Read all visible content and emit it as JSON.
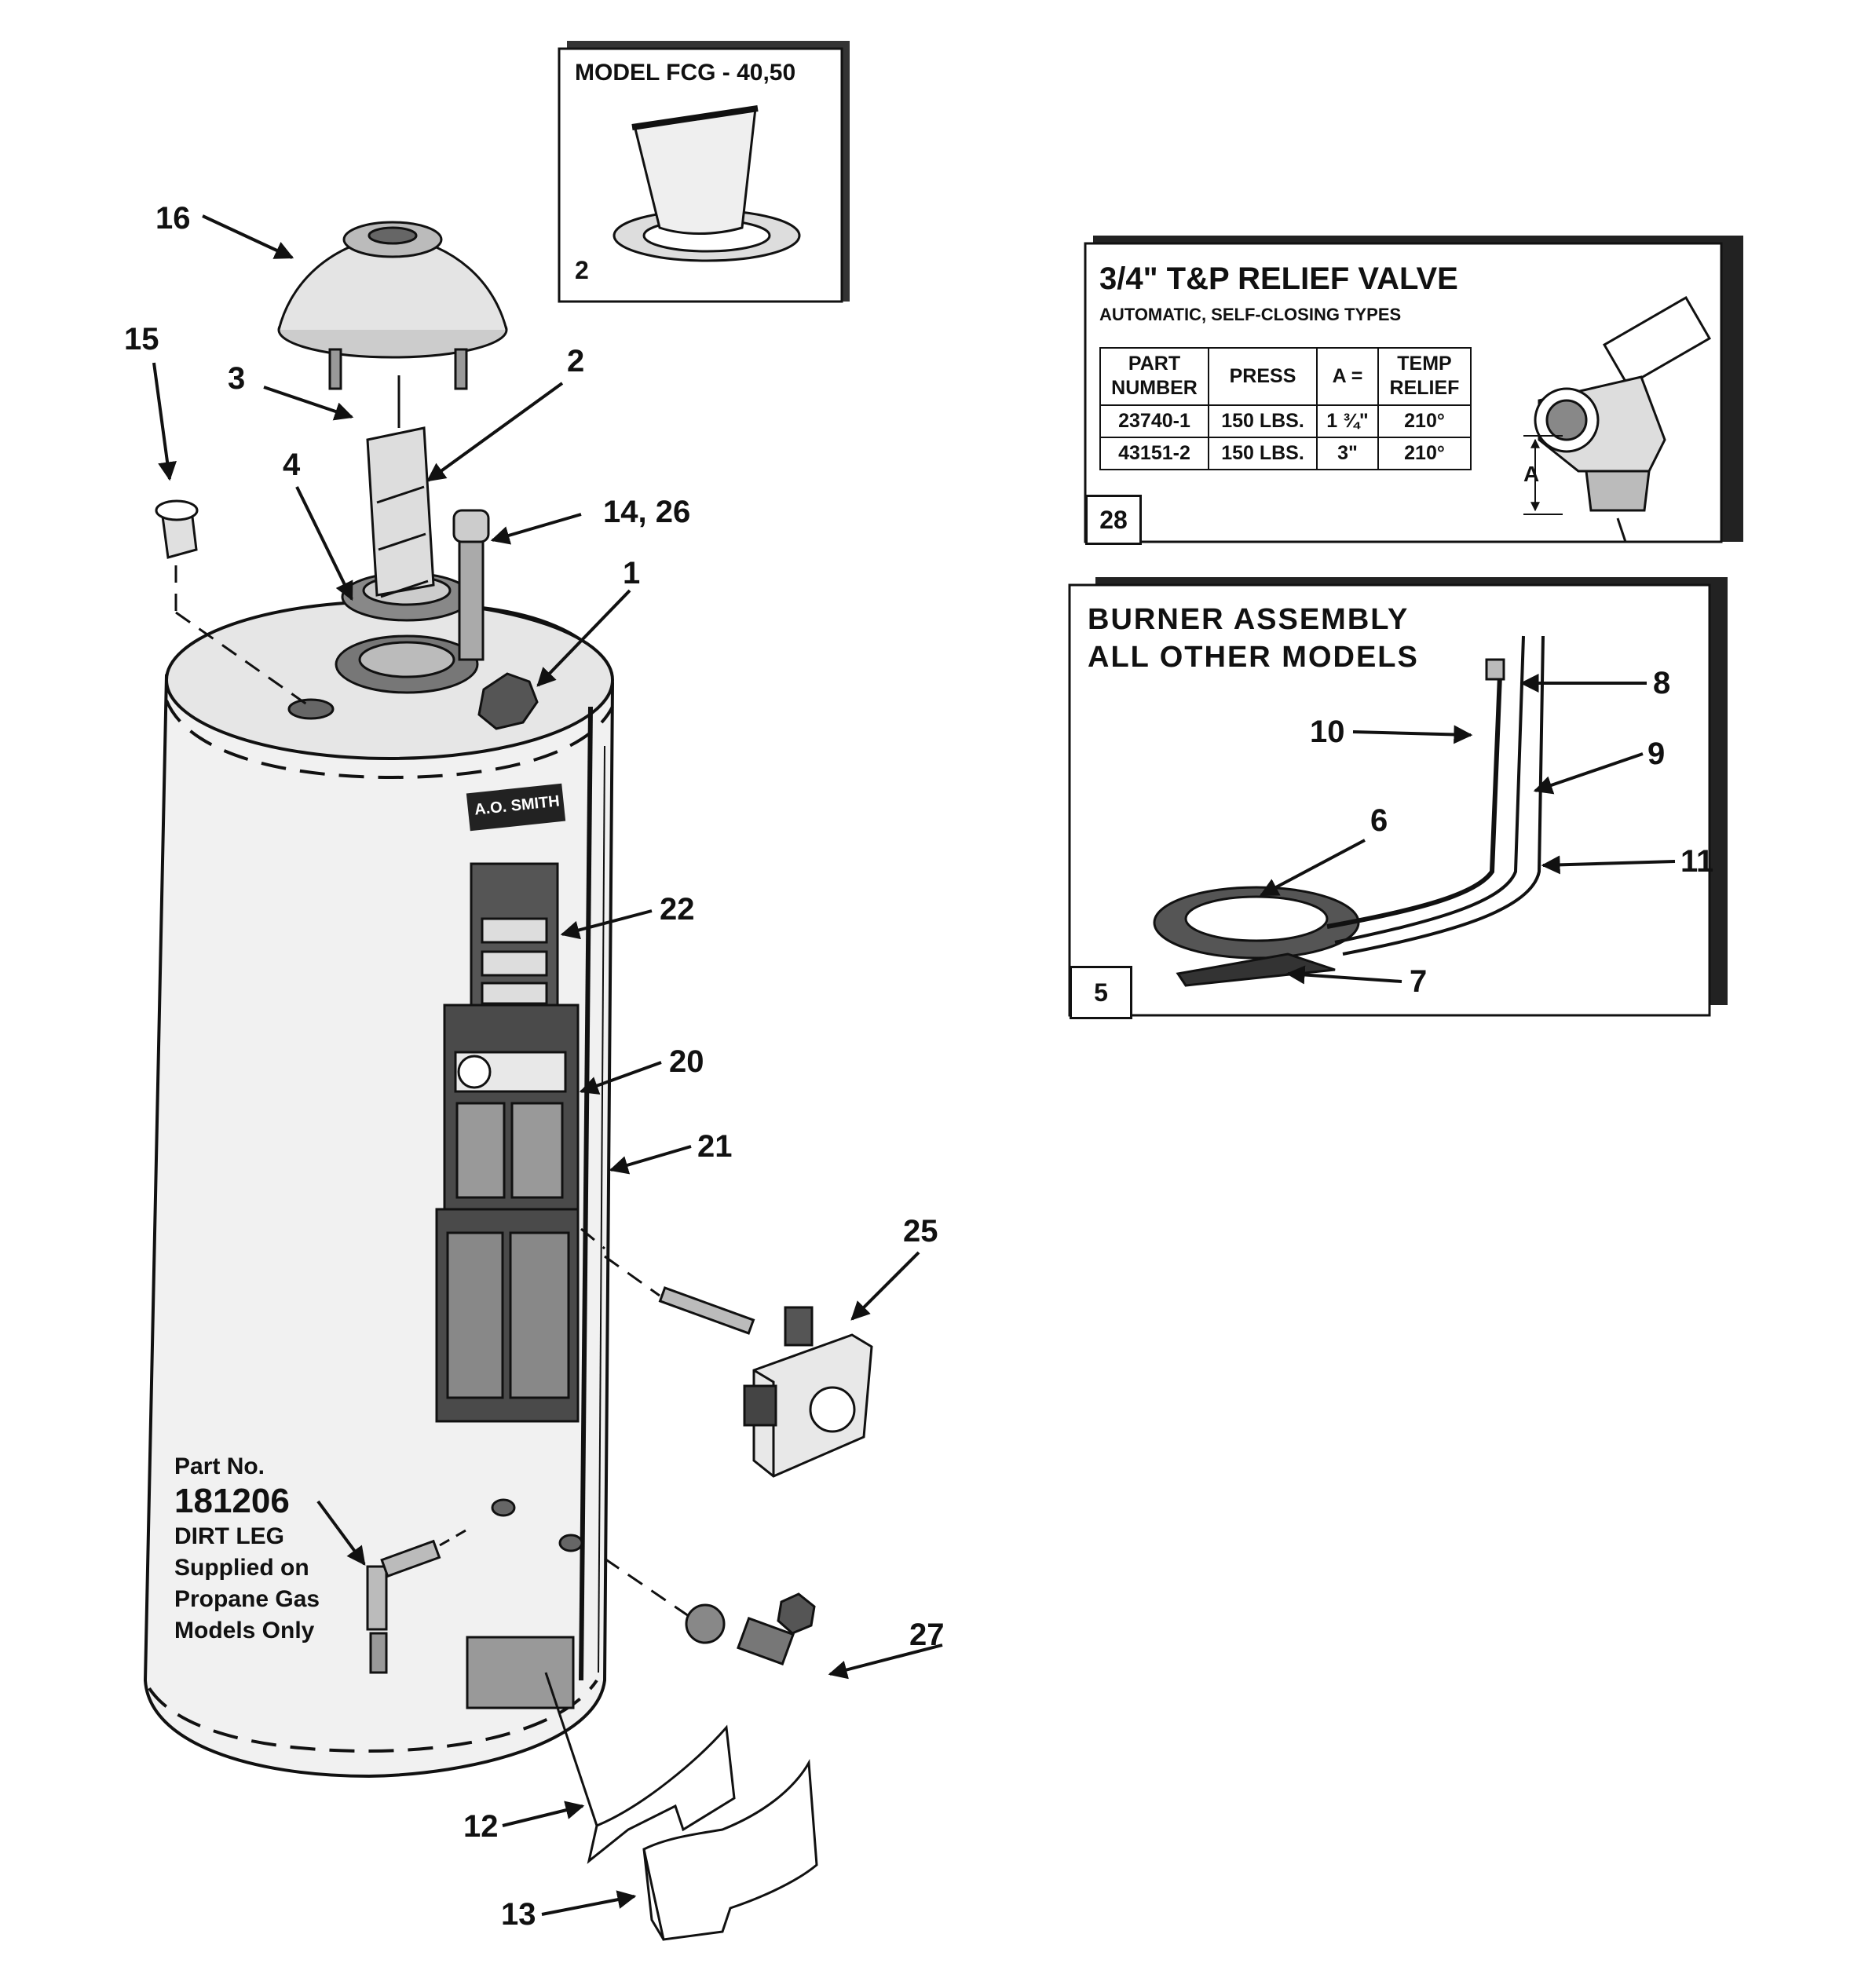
{
  "labels": {
    "l16": "16",
    "l15": "15",
    "l3": "3",
    "l2": "2",
    "l4": "4",
    "l14_26": "14, 26",
    "l1": "1",
    "l22": "22",
    "l20": "20",
    "l21": "21",
    "l25": "25",
    "l27": "27",
    "l12": "12",
    "l13": "13",
    "l10": "10",
    "l8": "8",
    "l9": "9",
    "l6": "6",
    "l11": "11",
    "l7": "7"
  },
  "badge": "A.O. SMITH",
  "model_inset": {
    "title": "MODEL FCG - 40,50",
    "number": "2"
  },
  "relief_valve": {
    "title": "3/4\" T&P RELIEF VALVE",
    "subtitle": "AUTOMATIC, SELF-CLOSING TYPES",
    "headers": [
      "PART NUMBER",
      "PRESS",
      "A =",
      "TEMP RELIEF"
    ],
    "rows": [
      [
        "23740-1",
        "150 LBS.",
        "1 ¾\"",
        "210°"
      ],
      [
        "43151-2",
        "150 LBS.",
        "3\"",
        "210°"
      ]
    ],
    "dimension_label": "A",
    "number": "28"
  },
  "burner": {
    "title_line1": "BURNER ASSEMBLY",
    "title_line2": "ALL OTHER MODELS",
    "number": "5"
  },
  "dirt_leg": {
    "part_label": "Part No.",
    "part_number": "181206",
    "line1": "DIRT LEG",
    "line2": "Supplied on",
    "line3": "Propane Gas",
    "line4": "Models Only"
  }
}
